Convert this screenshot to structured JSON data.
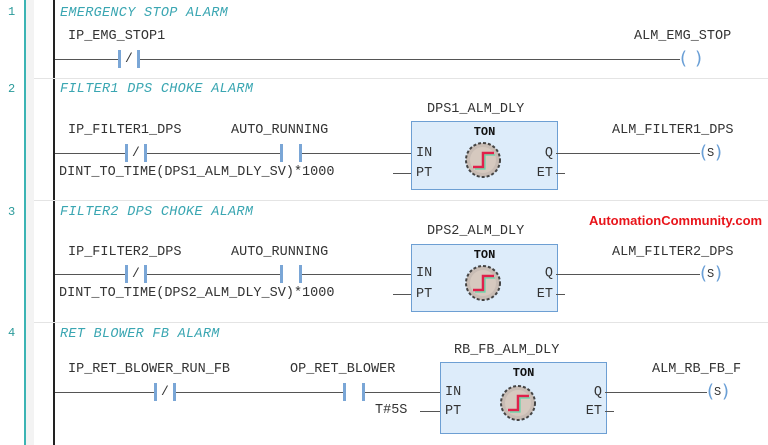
{
  "rungs": [
    {
      "number": "1",
      "comment": "EMERGENCY STOP ALARM",
      "contacts": [
        {
          "name": "IP_EMG_STOP1",
          "type": "normally-closed",
          "symbol": "/"
        }
      ],
      "coil": {
        "name": "ALM_EMG_STOP",
        "type": "output",
        "symbol": ""
      }
    },
    {
      "number": "2",
      "comment": "FILTER1 DPS CHOKE ALARM",
      "contacts": [
        {
          "name": "IP_FILTER1_DPS",
          "type": "normally-closed",
          "symbol": "/"
        },
        {
          "name": "AUTO_RUNNING",
          "type": "normally-open",
          "symbol": ""
        }
      ],
      "block": {
        "instance": "DPS1_ALM_DLY",
        "type": "TON",
        "inputs": [
          "IN",
          "PT"
        ],
        "outputs": [
          "Q",
          "ET"
        ],
        "pt_value": "DINT_TO_TIME(DPS1_ALM_DLY_SV)*1000"
      },
      "coil": {
        "name": "ALM_FILTER1_DPS",
        "type": "set",
        "symbol": "S"
      }
    },
    {
      "number": "3",
      "comment": "FILTER2 DPS CHOKE ALARM",
      "contacts": [
        {
          "name": "IP_FILTER2_DPS",
          "type": "normally-closed",
          "symbol": "/"
        },
        {
          "name": "AUTO_RUNNING",
          "type": "normally-open",
          "symbol": ""
        }
      ],
      "block": {
        "instance": "DPS2_ALM_DLY",
        "type": "TON",
        "inputs": [
          "IN",
          "PT"
        ],
        "outputs": [
          "Q",
          "ET"
        ],
        "pt_value": "DINT_TO_TIME(DPS2_ALM_DLY_SV)*1000"
      },
      "coil": {
        "name": "ALM_FILTER2_DPS",
        "type": "set",
        "symbol": "S"
      }
    },
    {
      "number": "4",
      "comment": "RET BLOWER FB ALARM",
      "contacts": [
        {
          "name": "IP_RET_BLOWER_RUN_FB",
          "type": "normally-closed",
          "symbol": "/"
        },
        {
          "name": "OP_RET_BLOWER",
          "type": "normally-open",
          "symbol": ""
        }
      ],
      "block": {
        "instance": "RB_FB_ALM_DLY",
        "type": "TON",
        "inputs": [
          "IN",
          "PT"
        ],
        "outputs": [
          "Q",
          "ET"
        ],
        "pt_value": "T#5S"
      },
      "coil": {
        "name": "ALM_RB_FB_F",
        "type": "set",
        "symbol": "S"
      }
    }
  ],
  "watermark": "AutomationCommunity.com",
  "colors": {
    "comment": "#3aa6b2",
    "gutter": "#3cb4b4",
    "contact": "#7aa6d6",
    "block_fill": "#ddecfa",
    "block_border": "#6d9fd3",
    "watermark": "#e8141a"
  }
}
